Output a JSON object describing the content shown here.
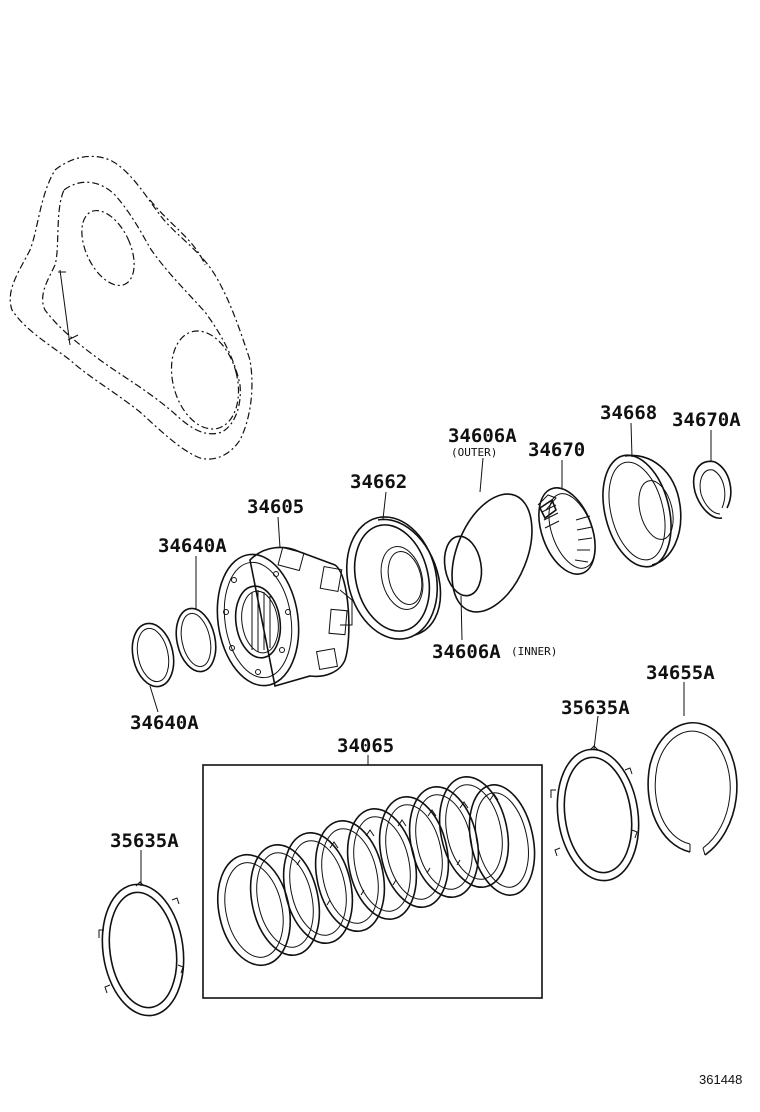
{
  "diagram_number": "361448",
  "labels": {
    "p34605": "34605",
    "p34640a_top": "34640A",
    "p34640a_bottom": "34640A",
    "p34662": "34662",
    "p34606a_outer": "34606A",
    "p34606a_outer_note": "(OUTER)",
    "p34606a_inner": "34606A",
    "p34606a_inner_note": "(INNER)",
    "p34670": "34670",
    "p34668": "34668",
    "p34670a": "34670A",
    "p34065": "34065",
    "p35635a_right": "35635A",
    "p35635a_left": "35635A",
    "p34655a": "34655A"
  }
}
